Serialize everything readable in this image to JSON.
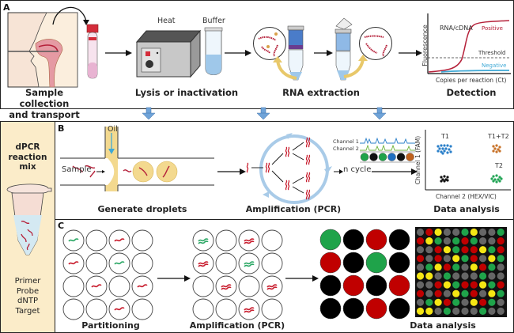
{
  "panel_a": {
    "label": "A",
    "steps": [
      {
        "caption_line1": "Sample collection",
        "caption_line2": "and transport"
      },
      {
        "caption": "Lysis or inactivation",
        "sublabels": [
          "Heat",
          "Buffer"
        ]
      },
      {
        "caption": "RNA extraction"
      },
      {
        "caption": "Detection"
      }
    ],
    "detection_chart": {
      "ylabel": "Fluorescence",
      "xlabel": "Copies per reaction (Ct)",
      "curve_label": "RNA/cDNA",
      "positive_label": "Positive",
      "threshold_label": "Threshold",
      "negative_label": "Negative",
      "colors": {
        "positive": "#b5213a",
        "negative": "#3fa9d6",
        "threshold": "#333333"
      }
    }
  },
  "side_panel": {
    "title_lines": [
      "dPCR",
      "reaction",
      "mix"
    ],
    "components": [
      "Primer",
      "Probe",
      "dNTP",
      "Target"
    ],
    "background": "#fbecc9"
  },
  "panel_b": {
    "label": "B",
    "oil_label": "Oil",
    "sample_label": "Sample",
    "n_cycle_label": "n cycle",
    "channel_labels": [
      "Channel 1",
      "Channel 2"
    ],
    "droplet_colors": [
      "#1fa34a",
      "#111111",
      "#1fa34a",
      "#1f6fc0",
      "#111111",
      "#c0621d"
    ],
    "steps": [
      {
        "caption": "Generate droplets"
      },
      {
        "caption": "Amplification (PCR)"
      },
      {
        "caption": "Data analysis"
      }
    ],
    "scatter": {
      "ylabel": "Channel 1 (FAM)",
      "xlabel": "Channel 2 (HEX/VIC)",
      "clusters": [
        {
          "name": "T1",
          "color": "#2a7fc9"
        },
        {
          "name": "T1+T2",
          "color": "#c8732a"
        },
        {
          "name": "T2",
          "color": "#23a556"
        },
        {
          "name": "",
          "color": "#111111"
        }
      ]
    }
  },
  "panel_c": {
    "label": "C",
    "steps": [
      {
        "caption": "Partitioning"
      },
      {
        "caption": "Amplification (PCR)"
      },
      {
        "caption": "Data analysis"
      }
    ],
    "partition_grid": [
      [
        "green",
        "empty",
        "red",
        "empty"
      ],
      [
        "red",
        "empty",
        "green",
        "empty"
      ],
      [
        "empty",
        "red",
        "empty",
        "red"
      ],
      [
        "empty",
        "empty",
        "red",
        "empty"
      ]
    ],
    "result_colors": {
      "green": "#1fa34a",
      "red": "#c00000",
      "empty": "#000000"
    },
    "heatmap_colors": {
      "G": "#666666",
      "R": "#c00000",
      "Y": "#f5e614",
      "N": "#1fa34a"
    },
    "heatmap": [
      "GRYGGNYGGN",
      "RYNGNRNGGR",
      "GGRYNRRYNR",
      "RGRGYNRGYN",
      "GNYRNGYRNG",
      "YYGNGGGNGG",
      "GGRYNRRYNR",
      "RGRGYNRGYN",
      "GNYRNGYRNG",
      "YYGNGGGNGG"
    ]
  },
  "flow_arrow_color": "#6fa3d8"
}
